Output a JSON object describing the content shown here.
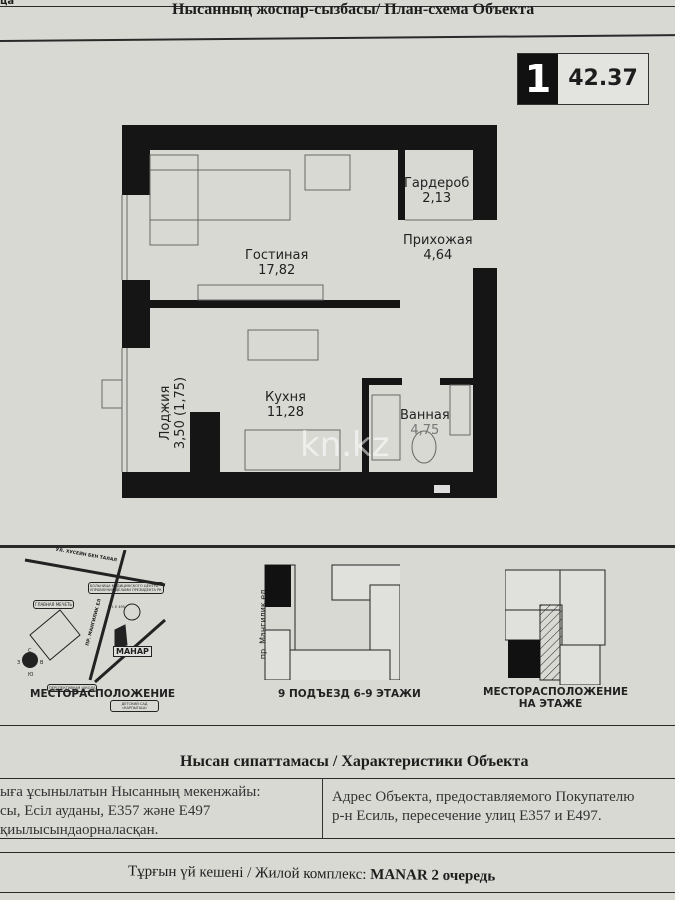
{
  "header": {
    "corner_fragment": "ца",
    "title": "Нысанның жоспар-сызбасы/ План-схема Объекта"
  },
  "apartment": {
    "rooms_count": "1",
    "total_area": "42.37"
  },
  "plan": {
    "rooms": [
      {
        "name": "Гардероб",
        "area": "2,13"
      },
      {
        "name": "Прихожая",
        "area": "4,64"
      },
      {
        "name": "Гостиная",
        "area": "17,82"
      },
      {
        "name": "Кухня",
        "area": "11,28"
      },
      {
        "name": "Ванная",
        "area": "4,75"
      },
      {
        "name": "Лоджия",
        "area": "3,50 (1,75)"
      }
    ],
    "watermark": "kn.kz"
  },
  "location_map": {
    "street_1": "УЛ. ХУСЕЙН БЕН ТАЛАЛ",
    "hospital": "БОЛЬНИЦА МЕДИЦИНСКОГО ЦЕНТРА УПРАВЛЕНИЯ ДЕЛАМИ ПРЕЗИДЕНТА РК",
    "mosque": "ГЛАВНАЯ МЕЧЕТЬ",
    "avenue": "ПР. МАНГИЛИК ЕЛ",
    "street_2": "УЛ. Е 495",
    "complex": "МАНАР",
    "school": "ПЕРСПЕКТИВНАЯ ШКОЛА",
    "kindergarten": "ДЕТСКИЙ САД «КАРЛЫГАШ»",
    "compass": {
      "n": "С",
      "s": "Ю",
      "w": "З",
      "e": "В"
    },
    "caption": "МЕСТОРАСПОЛОЖЕНИЕ"
  },
  "building_plan": {
    "avenue": "пр. Мангилик ел",
    "caption": "9 ПОДЪЕЗД 6-9 ЭТАЖИ"
  },
  "floor_plan": {
    "caption_line1": "МЕСТОРАСПОЛОЖЕНИЕ",
    "caption_line2": "НА ЭТАЖЕ"
  },
  "characteristics": {
    "title": "Нысан сипаттамасы / Характеристики Объекта",
    "address_kz": [
      "ыға ұсынылатын Нысанның мекенжайы:",
      "сы, Есіл ауданы, Е357 және Е497",
      "қиылысындаорналасқан."
    ],
    "address_ru": [
      "Адрес Объекта, предоставляемого Покупателю",
      "р-н Есиль, пересечение улиц Е357 и Е497."
    ]
  },
  "complex": {
    "label": "Тұрғын үй кешені / Жилой комплекс:",
    "name": "MANAR 2 очередь"
  }
}
